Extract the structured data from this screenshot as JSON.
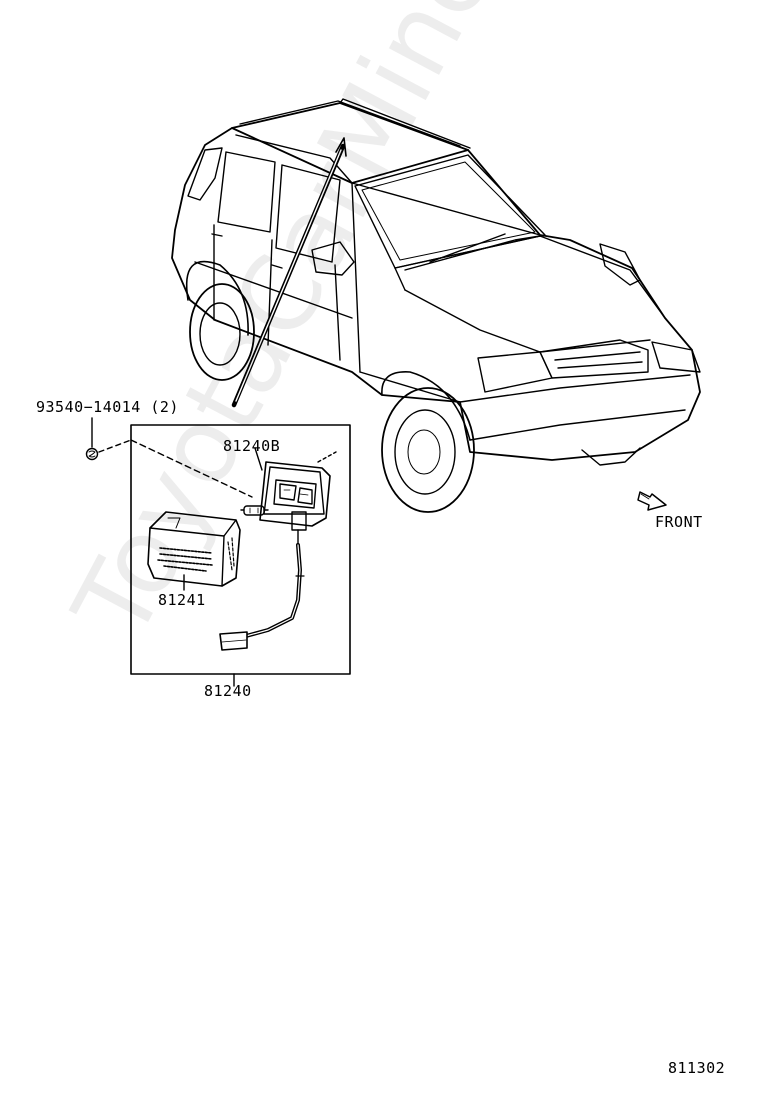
{
  "diagram": {
    "parts": {
      "screw": "93540−14014 (2)",
      "bulb": "81240B",
      "lens": "81241",
      "lamp_assembly": "81240"
    },
    "direction_label": "FRONT",
    "figure_number": "811302",
    "watermark": "ToyotaCarMine.ru"
  },
  "colors": {
    "line": "#000000",
    "background": "#ffffff"
  },
  "icons": {
    "direction": "arrow-icon",
    "fastener": "screw-icon"
  }
}
